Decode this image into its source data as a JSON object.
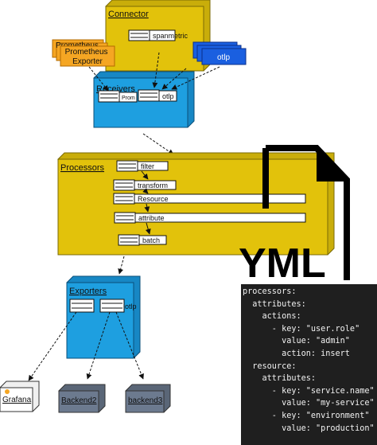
{
  "connector": {
    "title": "Connector",
    "component": "spanmetric"
  },
  "prometheus_stack": {
    "label_back": "Prometheus",
    "label_front": "Prometheus\nExporter"
  },
  "otlp_stack": {
    "label": "otlp"
  },
  "receivers": {
    "title": "Receivers",
    "components": [
      "Prom",
      "otlp"
    ]
  },
  "processors": {
    "title": "Processors",
    "components": [
      "filter",
      "transform",
      "Resource",
      "attribute",
      "batch"
    ]
  },
  "exporters": {
    "title": "Exporters",
    "components": [
      "",
      "otlp"
    ]
  },
  "backends": [
    "Grafana",
    "Backend2",
    "backend3"
  ],
  "yml_icon": {
    "label": "YML"
  },
  "yml_code": "processors:\n  attributes:\n    actions:\n      - key: \"user.role\"\n        value: \"admin\"\n        action: insert\n  resource:\n    attributes:\n      - key: \"service.name\"\n        value: \"my-service\"\n      - key: \"environment\"\n        value: \"production\"",
  "colors": {
    "node_yellow": "#e2c20b",
    "node_blue": "#1e9fe0",
    "prometheus_orange": "#f5a623",
    "otlp_blue": "#1a5fe0",
    "backend_slate": "#6c7a8f"
  }
}
